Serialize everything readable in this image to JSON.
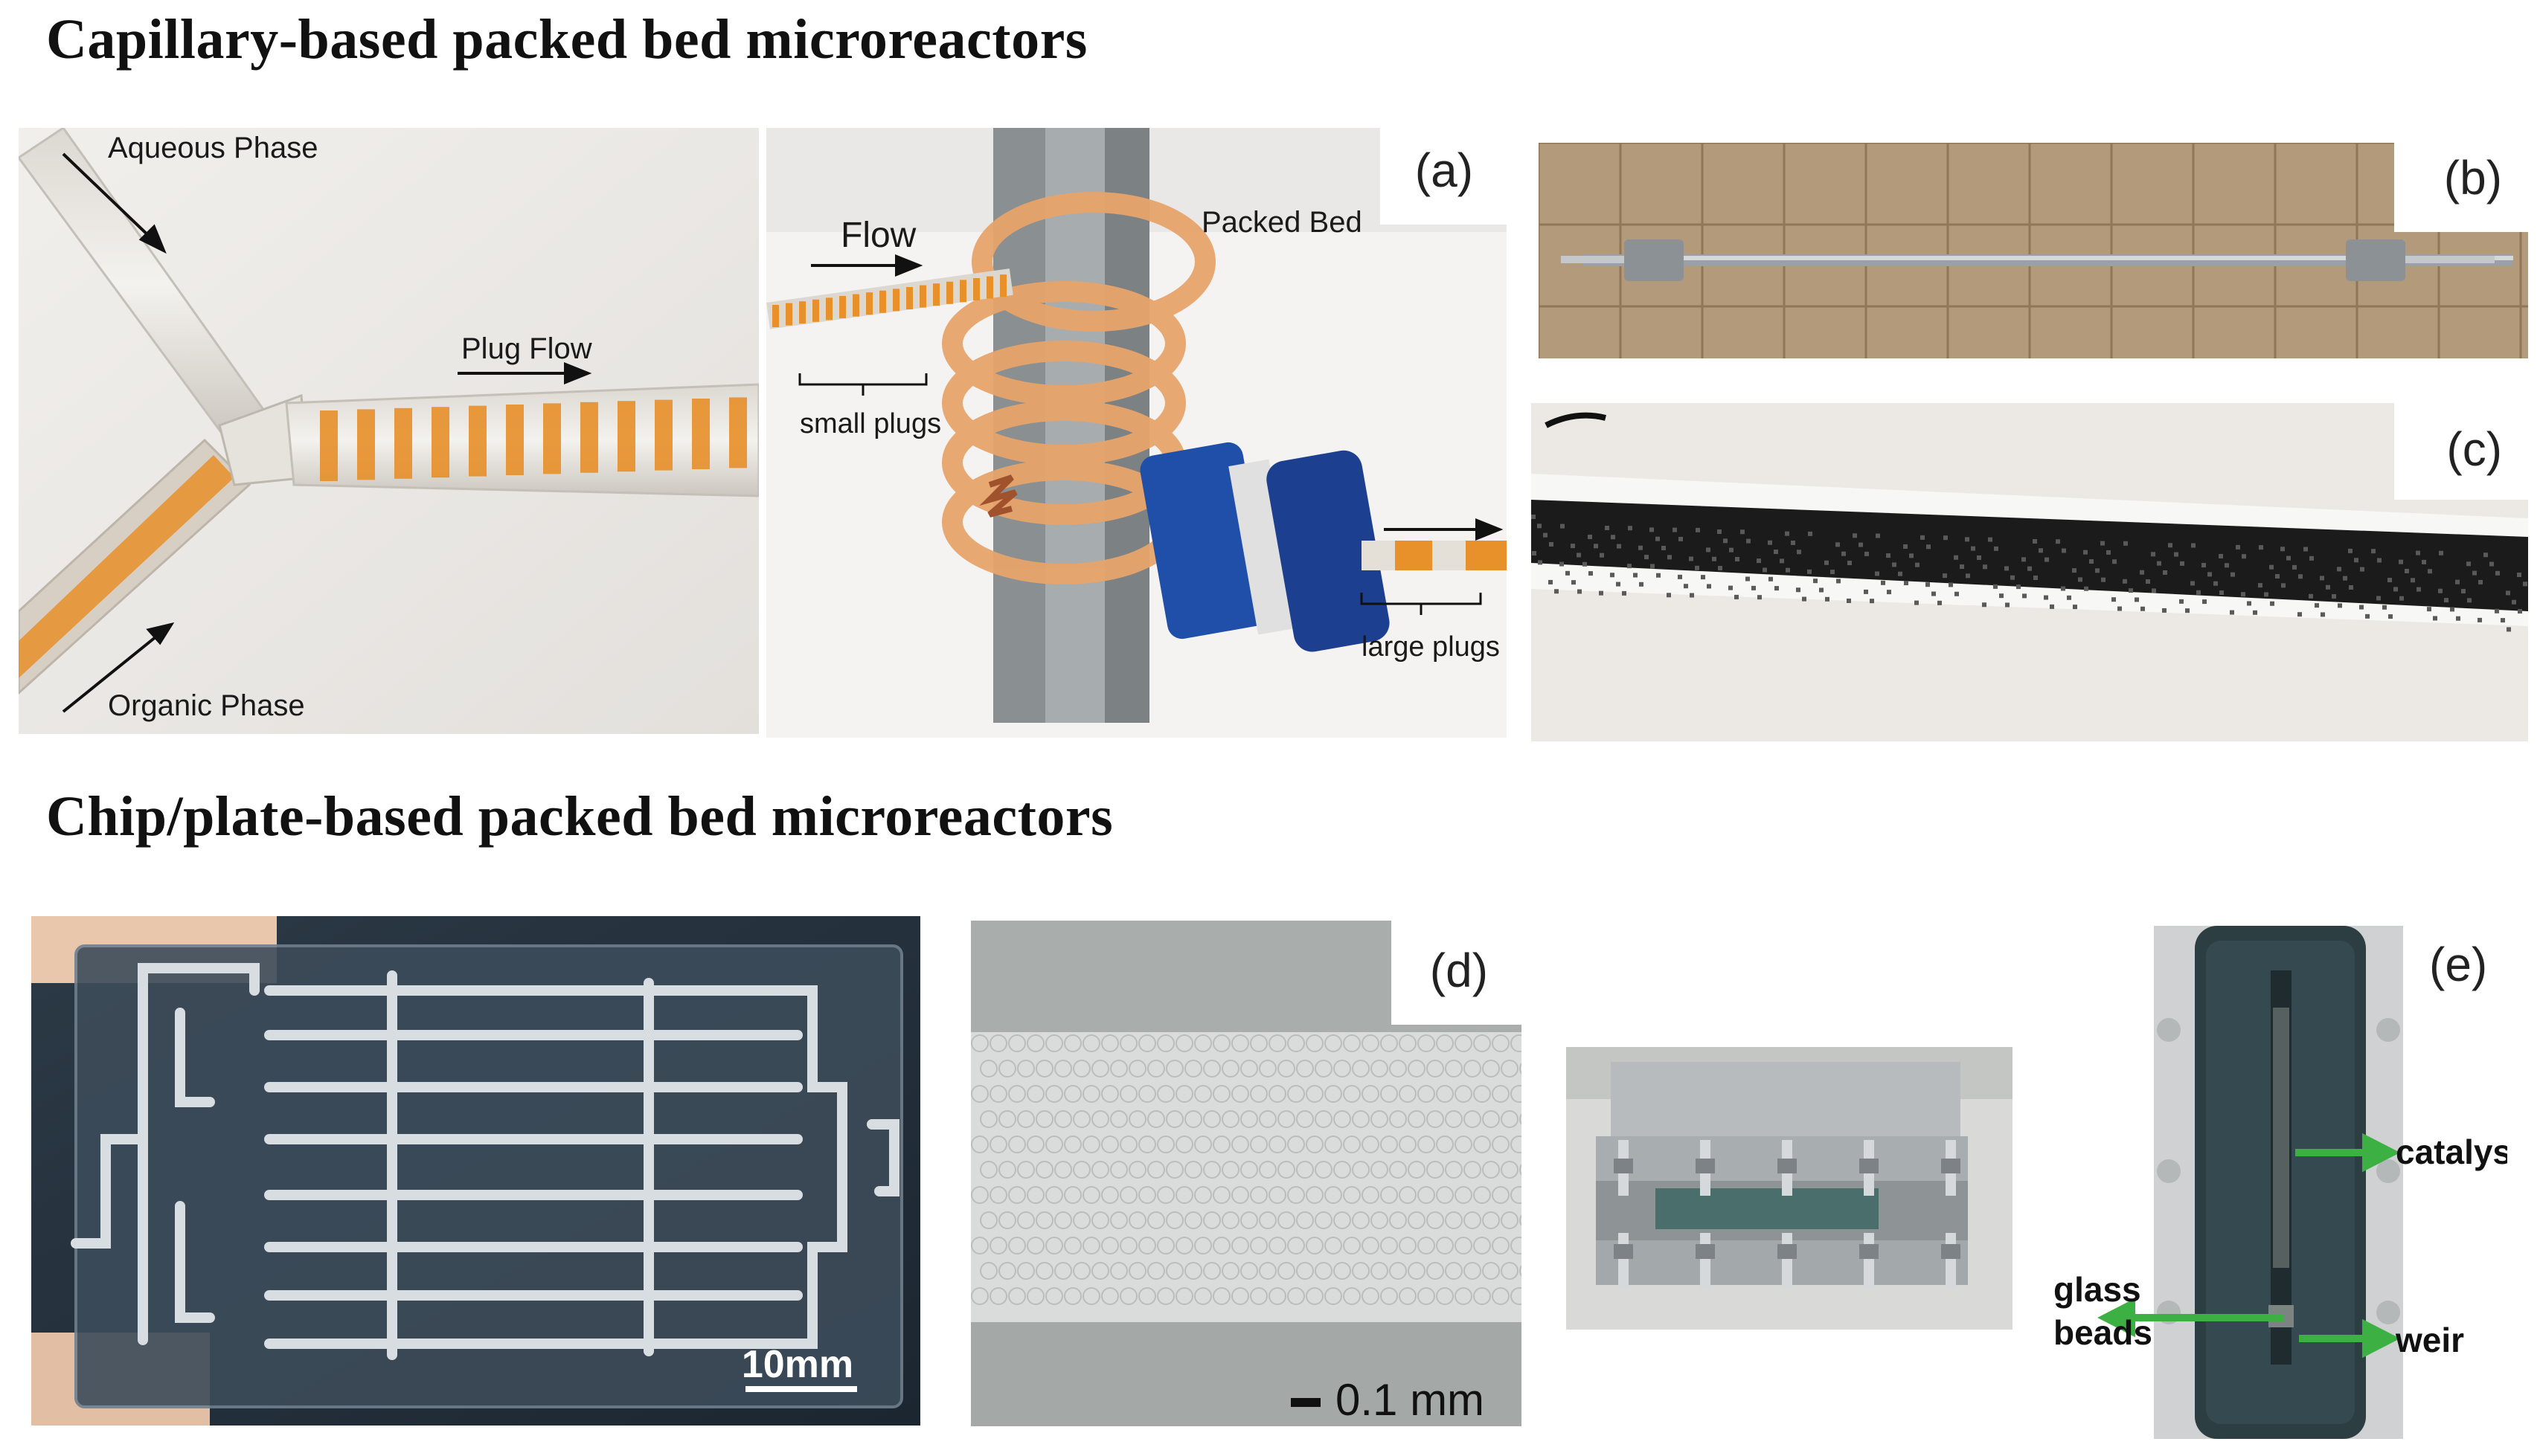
{
  "headings": {
    "capillary": "Capillary-based packed bed microreactors",
    "chip": "Chip/plate-based packed bed microreactors"
  },
  "panel_y_junction": {
    "aqueous": "Aqueous Phase",
    "organic": "Organic Phase",
    "plug_flow": "Plug Flow"
  },
  "panel_a": {
    "letter": "(a)",
    "flow": "Flow",
    "packed_bed": "Packed Bed",
    "small_plugs": "small plugs",
    "large_plugs": "large plugs"
  },
  "panel_b": {
    "letter": "(b)"
  },
  "panel_c": {
    "letter": "(c)"
  },
  "panel_chip": {
    "scale": "10mm"
  },
  "panel_d": {
    "letter": "(d)",
    "scale": "0.1 mm"
  },
  "panel_e": {
    "letter": "(e)",
    "catalyst": "catalyst",
    "glass": "glass",
    "beads": "beads",
    "weir": "weir"
  },
  "colors": {
    "orange": "#e8902a",
    "green_arrow": "#3cb043",
    "blue_fitting": "#1f4fa8"
  }
}
